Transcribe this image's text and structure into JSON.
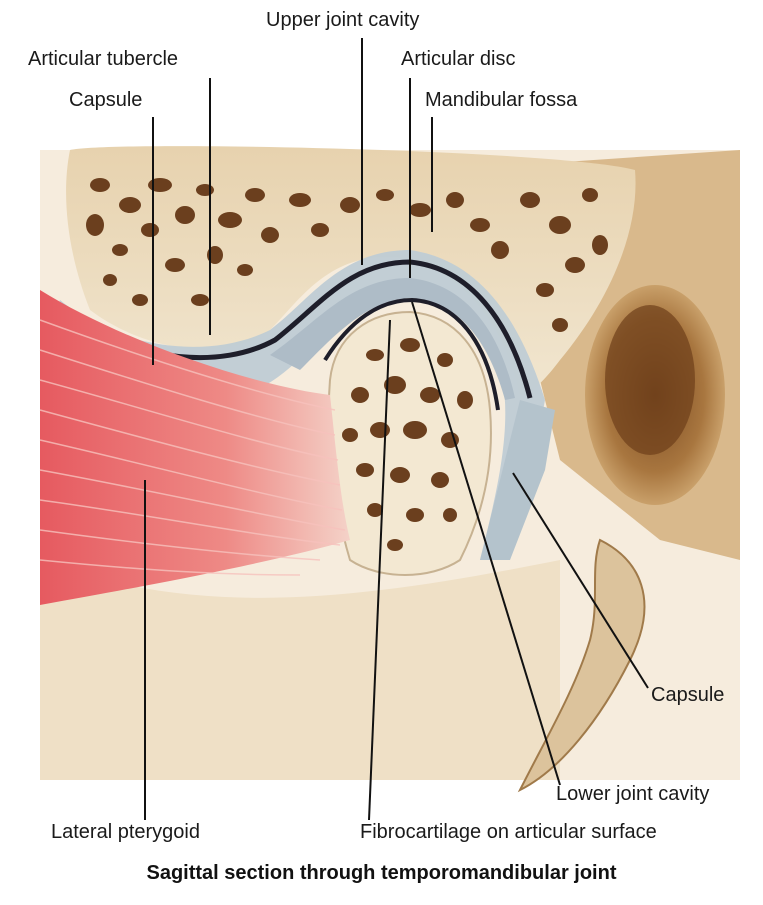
{
  "labels": {
    "upper_joint_cavity": "Upper joint cavity",
    "articular_tubercle": "Articular tubercle",
    "articular_disc": "Articular disc",
    "capsule_top": "Capsule",
    "mandibular_fossa": "Mandibular fossa",
    "capsule_right": "Capsule",
    "lower_joint_cavity": "Lower joint cavity",
    "lateral_pterygoid": "Lateral pterygoid",
    "fibrocartilage": "Fibrocartilage on articular surface"
  },
  "caption": "Sagittal section through temporomandibular joint",
  "colors": {
    "bone_cortex": "#efe2c8",
    "bone_deep": "#d9c09a",
    "cancellous_hole": "#6b3f1e",
    "muscle": "#e8686a",
    "disc": "#b9c6cf",
    "cavity": "#1e1e2a",
    "leader_line": "#111111"
  }
}
